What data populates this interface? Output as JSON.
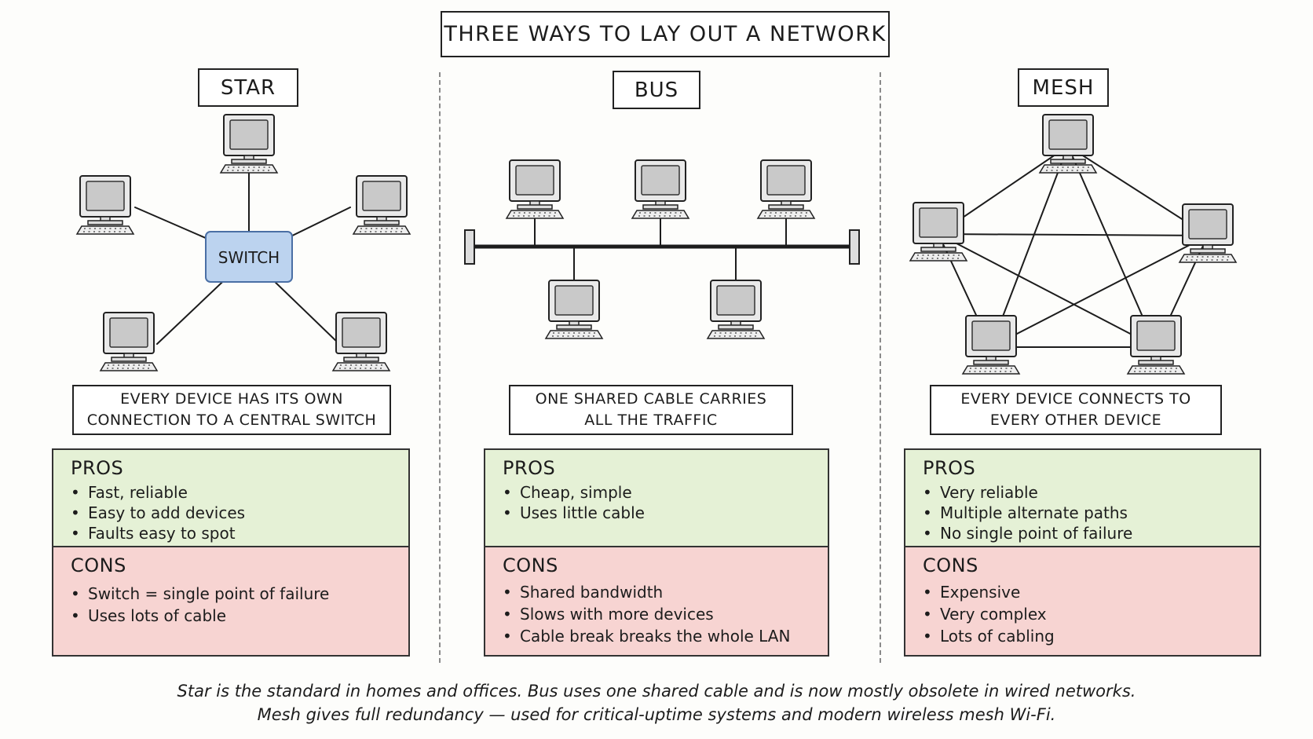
{
  "title": "THREE WAYS TO LAY OUT A NETWORK",
  "colors": {
    "switch_fill": "#bcd3ef",
    "switch_stroke": "#4a6fa5",
    "pros_bg": "#e5f1d6",
    "cons_bg": "#f7d4d2"
  },
  "icons": [
    "computer-icon",
    "switch-icon",
    "cable-terminator-icon"
  ],
  "star": {
    "label": "STAR",
    "switch_label": "SWITCH",
    "desc": [
      "EVERY DEVICE HAS ITS OWN",
      "CONNECTION TO A CENTRAL SWITCH"
    ],
    "pros_title": "PROS",
    "pros": [
      "Fast, reliable",
      "Easy to add devices",
      "Faults easy to spot"
    ],
    "cons_title": "CONS",
    "cons": [
      "Switch = single point of failure",
      "Uses lots of cable"
    ]
  },
  "bus": {
    "label": "BUS",
    "desc": [
      "ONE SHARED CABLE CARRIES",
      "ALL THE TRAFFIC"
    ],
    "pros_title": "PROS",
    "pros": [
      "Cheap, simple",
      "Uses little cable"
    ],
    "cons_title": "CONS",
    "cons": [
      "Shared bandwidth",
      "Slows with more devices",
      "Cable break breaks the whole LAN"
    ]
  },
  "mesh": {
    "label": "MESH",
    "desc": [
      "EVERY DEVICE CONNECTS TO",
      "EVERY OTHER DEVICE"
    ],
    "pros_title": "PROS",
    "pros": [
      "Very reliable",
      "Multiple alternate paths",
      "No single point of failure"
    ],
    "cons_title": "CONS",
    "cons": [
      "Expensive",
      "Very complex",
      "Lots of cabling"
    ]
  },
  "caption": [
    "Star is the standard in homes and offices. Bus uses one shared cable and is now mostly obsolete in wired networks.",
    "Mesh gives full redundancy — used for critical-uptime systems and modern wireless mesh Wi-Fi."
  ]
}
